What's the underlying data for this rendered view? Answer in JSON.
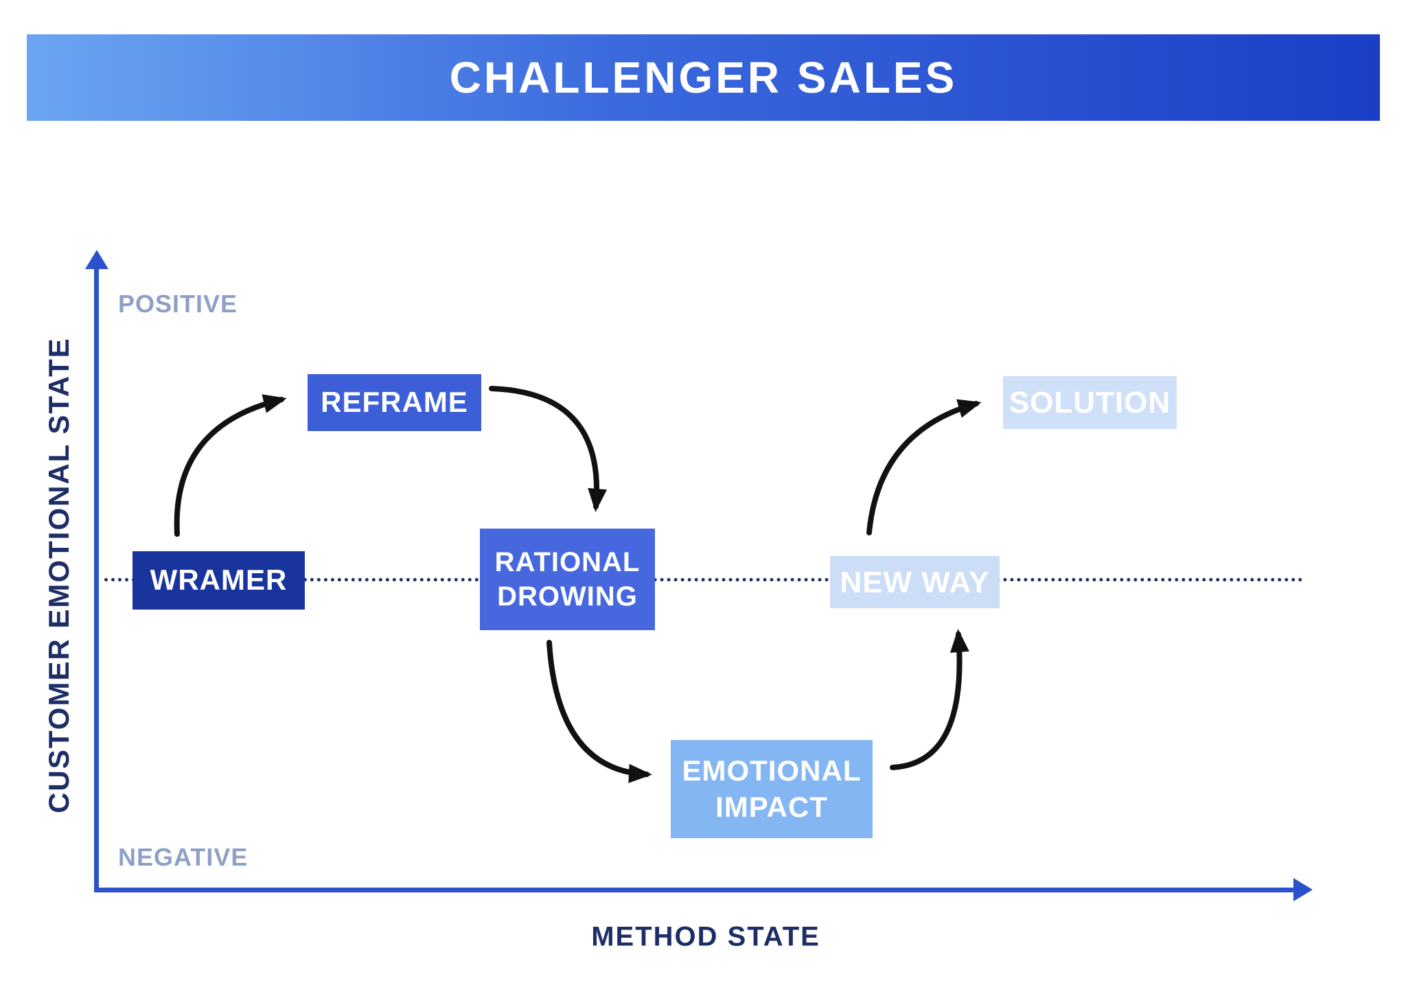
{
  "title": "CHALLENGER SALES",
  "axes": {
    "y_title": "CUSTOMER EMOTIONAL STATE",
    "x_title": "METHOD STATE",
    "y_max_label": "POSITIVE",
    "y_min_label": "NEGATIVE"
  },
  "nodes": {
    "warmer": {
      "label": "WRAMER",
      "color": "#1a349e"
    },
    "reframe": {
      "label": "REFRAME",
      "color": "#3c5fd8"
    },
    "rational_drowning": {
      "line1": "RATIONAL",
      "line2": "DROWING",
      "color": "#4667de"
    },
    "emotional_impact": {
      "line1": "EMOTIONAL",
      "line2": "IMPACT",
      "color": "#84b6f3"
    },
    "new_way": {
      "label": "NEW WAY",
      "color": "#ccddf7"
    },
    "solution": {
      "label": "SOLUTION",
      "color": "#cfe0f8"
    }
  },
  "connections": [
    {
      "from": "warmer",
      "to": "reframe"
    },
    {
      "from": "reframe",
      "to": "rational_drowning"
    },
    {
      "from": "rational_drowning",
      "to": "emotional_impact"
    },
    {
      "from": "emotional_impact",
      "to": "new_way"
    },
    {
      "from": "new_way",
      "to": "solution"
    }
  ],
  "colors": {
    "banner_gradient_start": "#6aa5f2",
    "banner_gradient_end": "#1b3ec6",
    "axis": "#2a52cc",
    "axis_title_text": "#1d2e66",
    "extreme_label_text": "#8fa0c6",
    "baseline_dotted": "#1d2e5e",
    "arrow": "#111111",
    "box_text": "#ffffff"
  }
}
